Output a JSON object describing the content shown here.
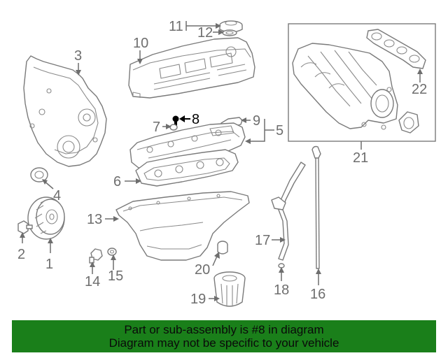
{
  "labels": {
    "c1": "1",
    "c2": "2",
    "c3": "3",
    "c4": "4",
    "c5": "5",
    "c6": "6",
    "c7": "7",
    "c8": "8",
    "c9": "9",
    "c10": "10",
    "c11": "11",
    "c12": "12",
    "c13": "13",
    "c14": "14",
    "c15": "15",
    "c16": "16",
    "c17": "17",
    "c18": "18",
    "c19": "19",
    "c20": "20",
    "c21": "21",
    "c22": "22"
  },
  "highlighted_callout": "8",
  "banner": {
    "line1": "Part or sub-assembly is #8 in diagram",
    "line2": "Diagram may not be specific to your vehicle",
    "color": "#1a7f1a"
  }
}
